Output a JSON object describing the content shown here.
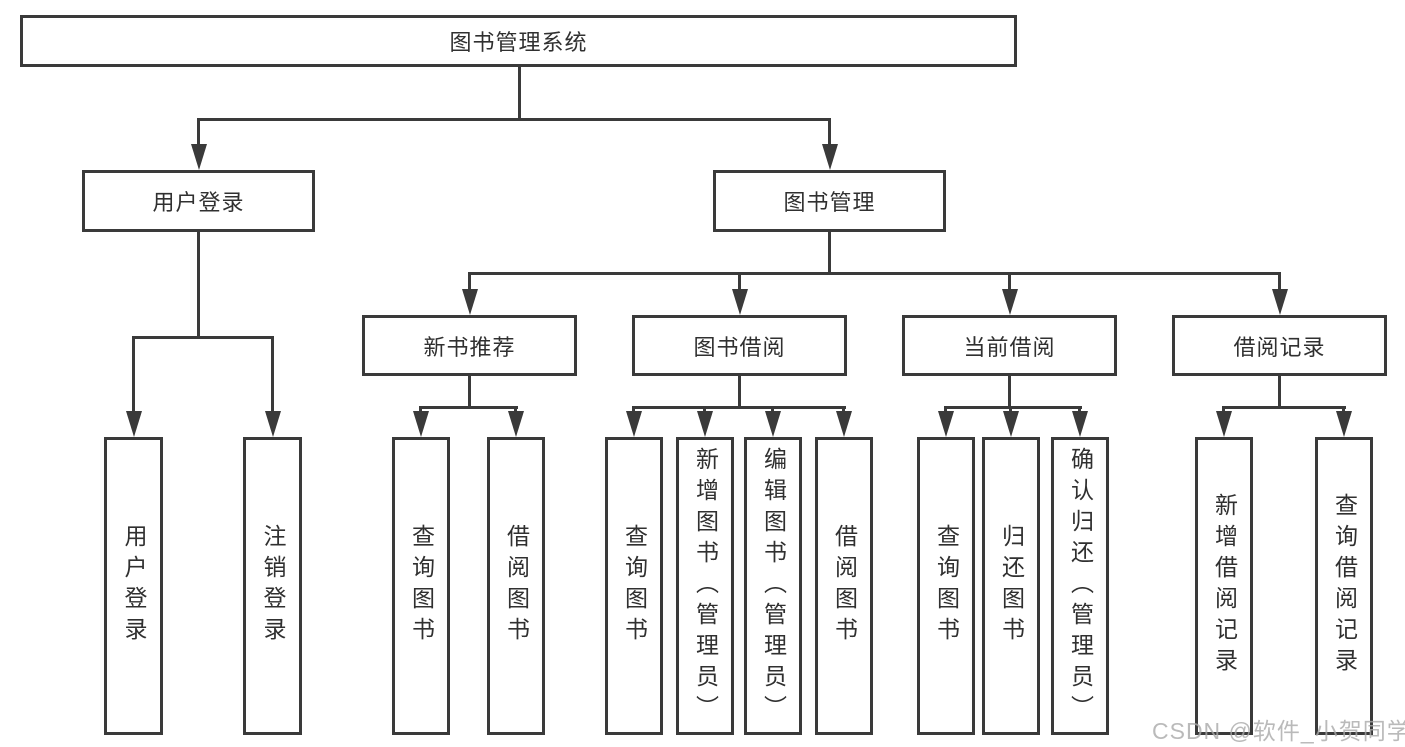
{
  "tree": {
    "root": {
      "label": "图书管理系统",
      "children": [
        {
          "label": "用户登录",
          "children": [
            {
              "label": "用户登录"
            },
            {
              "label": "注销登录"
            }
          ]
        },
        {
          "label": "图书管理",
          "children": [
            {
              "label": "新书推荐",
              "children": [
                {
                  "label": "查询图书"
                },
                {
                  "label": "借阅图书"
                }
              ]
            },
            {
              "label": "图书借阅",
              "children": [
                {
                  "label": "查询图书"
                },
                {
                  "label": "新增图书（管理员）"
                },
                {
                  "label": "编辑图书（管理员）"
                },
                {
                  "label": "借阅图书"
                }
              ]
            },
            {
              "label": "当前借阅",
              "children": [
                {
                  "label": "查询图书"
                },
                {
                  "label": "归还图书"
                },
                {
                  "label": "确认归还（管理员）"
                }
              ]
            },
            {
              "label": "借阅记录",
              "children": [
                {
                  "label": "新增借阅记录"
                },
                {
                  "label": "查询借阅记录"
                }
              ]
            }
          ]
        }
      ]
    }
  },
  "watermark": {
    "text": "CSDN @软件_小贺同学"
  },
  "colors": {
    "line": "#3a3a3a",
    "text": "#303030",
    "watermark": "#a9a9a9"
  }
}
